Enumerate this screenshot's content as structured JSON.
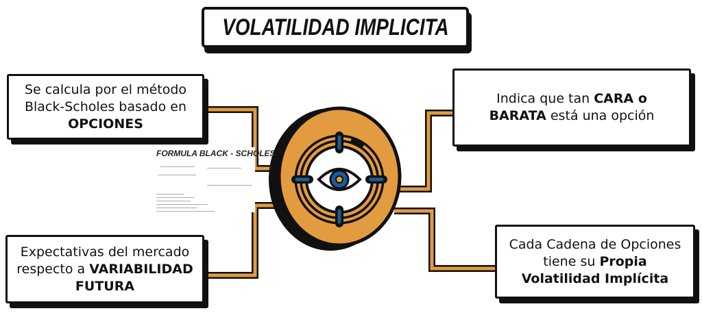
{
  "title": "VOLATILIDAD IMPLICITA",
  "nodes": {
    "top_left": {
      "pre": "Se calcula por el método Black-Scholes basado en ",
      "bold": "OPCIONES",
      "post": ""
    },
    "top_right": {
      "pre": "Indica que tan ",
      "bold": "CARA o BARATA",
      "post": " está una opción"
    },
    "bottom_left": {
      "pre": "Expectativas del mercado respecto a ",
      "bold": "VARIABILIDAD FUTURA",
      "post": ""
    },
    "bottom_right": {
      "pre": "Cada Cadena de Opciones tiene su ",
      "bold": "Propia Volatilidad Implícita",
      "post": ""
    }
  },
  "formula_image": {
    "title": "FORMULA BLACK - SCHOLES"
  },
  "center_icon": "eye-target-icon",
  "colors": {
    "accent": "#E39B3F",
    "outline": "#111111",
    "icon_blue": "#1B5C9B"
  }
}
